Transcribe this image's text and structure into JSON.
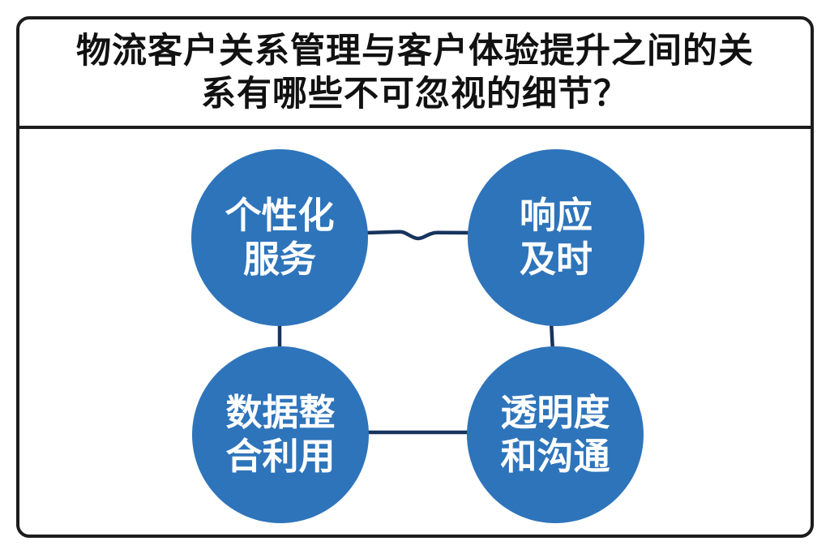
{
  "header": {
    "title_line1": "物流客户关系管理与客户体验提升之间的关",
    "title_line2": "系有哪些不可忽视的细节？"
  },
  "diagram": {
    "nodes": [
      {
        "id": "personalized-service",
        "line1": "个性化",
        "line2": "服务"
      },
      {
        "id": "timely-response",
        "line1": "响应",
        "line2": "及时"
      },
      {
        "id": "data-integration",
        "line1": "数据整",
        "line2": "合利用"
      },
      {
        "id": "transparency-communication",
        "line1": "透明度",
        "line2": "和沟通"
      }
    ],
    "connections": [
      {
        "from": "personalized-service",
        "to": "timely-response",
        "style": "wavy-horizontal"
      },
      {
        "from": "personalized-service",
        "to": "data-integration",
        "style": "vertical"
      },
      {
        "from": "timely-response",
        "to": "transparency-communication",
        "style": "vertical"
      },
      {
        "from": "data-integration",
        "to": "transparency-communication",
        "style": "straight-horizontal"
      }
    ]
  },
  "colors": {
    "background": "#FFFFFF",
    "frame_border": "#1C1C1C",
    "title_text": "#111111",
    "node_fill": "#2E74BB",
    "node_text": "#FFFFFF",
    "connector": "#17345E"
  }
}
